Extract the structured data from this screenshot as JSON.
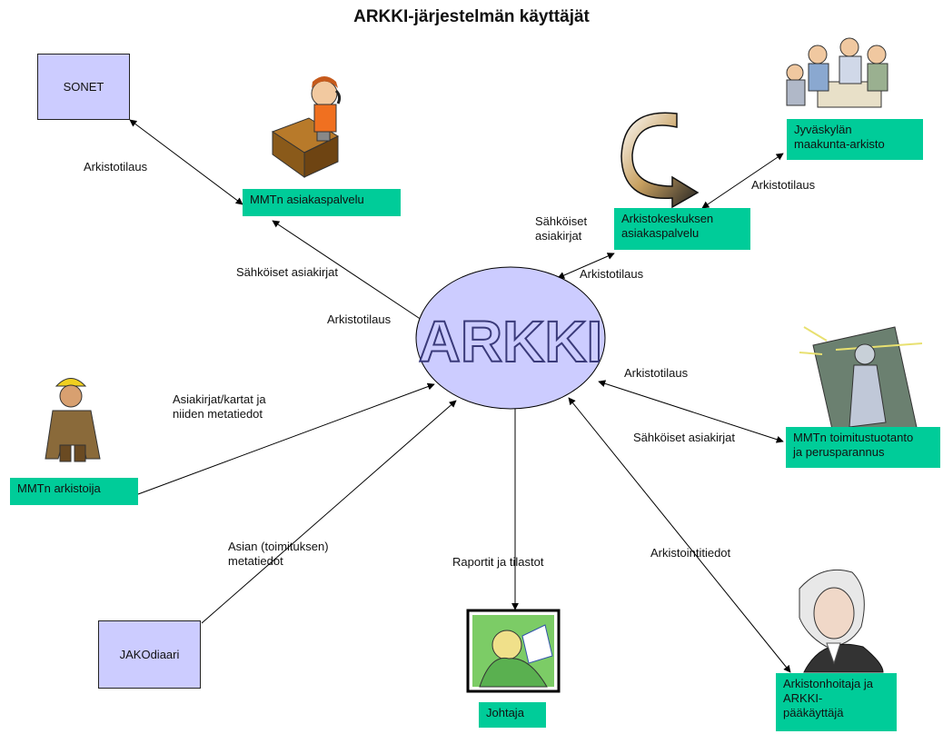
{
  "title": "ARKKI-järjestelmän käyttäjät",
  "center": {
    "label": "ARKKI",
    "fill": "#ccccff"
  },
  "nodes": {
    "sonet": "SONET",
    "jakodiaari": "JAKOdiaari",
    "mmt_asiakaspalvelu": "MMTn asiakaspalvelu",
    "arkistokeskus": "Arkistokeskuksen\nasiakaspalvelu",
    "jyvaskyla": "Jyväskylän\nmaakunta-arkisto",
    "toimitustuotanto": "MMTn toimitustuotanto\nja perusparannus",
    "arkistoija": "MMTn arkistoija",
    "johtaja": "Johtaja",
    "arkistonhoitaja": "Arkistonhoitaja ja\nARKKI-\npääkäyttäjä"
  },
  "edge_labels": {
    "sonet_arkistotilaus": "Arkistotilaus",
    "mmt_sahkoiset": "Sähköiset asiakirjat",
    "mmt_arkistotilaus": "Arkistotilaus",
    "ak_sahkoiset": "Sähköiset\nasiakirjat",
    "ak_arkistotilaus": "Arkistotilaus",
    "jkl_arkistotilaus": "Arkistotilaus",
    "tt_arkistotilaus": "Arkistotilaus",
    "tt_sahkoiset": "Sähköiset asiakirjat",
    "arkistoija_label": "Asiakirjat/kartat ja\nniiden metatiedot",
    "jako_label": "Asian (toimituksen)\nmetatiedot",
    "johtaja_label": "Raportit ja tilastot",
    "hoitaja_label": "Arkistointitiedot"
  },
  "colors": {
    "green": "#00cc99",
    "purple_box": "#ccccff",
    "line": "#000000"
  },
  "icons": [
    "phone-desk-clerk-icon",
    "curved-arrow-icon",
    "team-meeting-icon",
    "spotlight-person-icon",
    "miner-worker-icon",
    "manager-portrait-icon",
    "washington-portrait-icon"
  ]
}
